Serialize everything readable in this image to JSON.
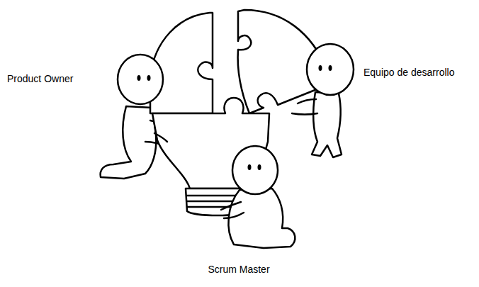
{
  "diagram": {
    "labels": [
      "Product Owner",
      "Equipo de desarrollo",
      "Scrum Master"
    ]
  }
}
